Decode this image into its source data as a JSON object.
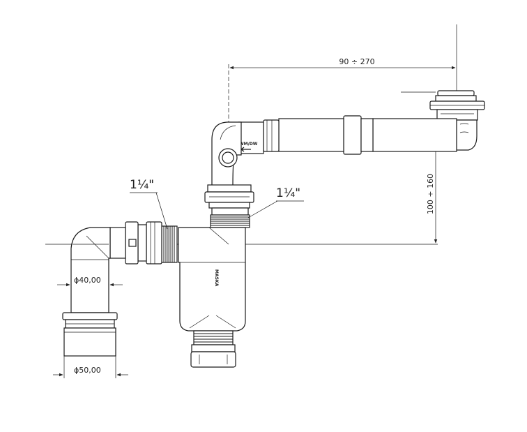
{
  "dimensions": {
    "horizontal_reach": "90 ÷ 270",
    "vertical_range": "100 ÷ 160",
    "outlet_small_diameter": "ϕ40,00",
    "outlet_large_diameter": "ϕ50,00"
  },
  "threads": {
    "left_connection": "1¼\"",
    "right_connection": "1¼\""
  },
  "markings": {
    "inlet_label": "WM/DW",
    "body_label": "MASKA"
  },
  "colors": {
    "line": "#1a1a1a",
    "background": "#ffffff"
  }
}
